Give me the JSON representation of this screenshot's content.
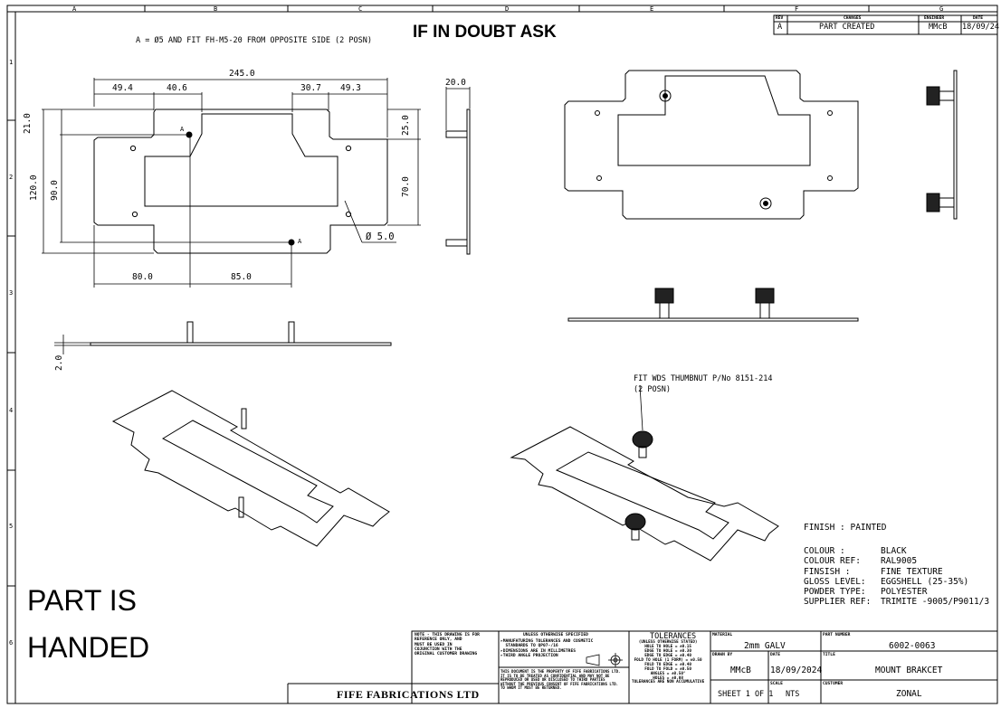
{
  "zones": {
    "columns": [
      "A",
      "B",
      "C",
      "D",
      "E",
      "F",
      "G"
    ],
    "rows": [
      "1",
      "2",
      "3",
      "4",
      "5",
      "6"
    ]
  },
  "header": {
    "warning": "IF IN DOUBT ASK"
  },
  "revision_table": {
    "headers": {
      "rev": "REV",
      "changes": "CHANGES",
      "engineer": "ENGINEER",
      "date": "DATE"
    },
    "rows": [
      {
        "rev": "A",
        "changes": "PART CREATED",
        "engineer": "MMcB",
        "date": "18/09/24"
      }
    ]
  },
  "notes": {
    "hole_note": "A = Ø5 AND FIT FH-M5-20 FROM OPPOSITE SIDE (2 POSN)",
    "thumbnut_note_1": "FIT WDS THUMBNUT P/No 8151-214",
    "thumbnut_note_2": "(2 POSN)",
    "handed_1": "PART IS",
    "handed_2": "HANDED"
  },
  "dimensions": {
    "overall_width": "245.0",
    "d49_4": "49.4",
    "d40_6": "40.6",
    "d30_7": "30.7",
    "d49_3": "49.3",
    "d21": "21.0",
    "d120": "120.0",
    "d90": "90.0",
    "d25": "25.0",
    "d70": "70.0",
    "hole_dia": "Ø 5.0",
    "d80": "80.0",
    "d85": "85.0",
    "side_depth": "20.0",
    "thickness": "2.0",
    "marker_a": "A"
  },
  "finish": {
    "title": "FINISH : PAINTED",
    "rows": [
      {
        "label": "COLOUR :",
        "value": "BLACK"
      },
      {
        "label": "COLOUR REF:",
        "value": "RAL9005"
      },
      {
        "label": "FINSISH :",
        "value": "FINE TEXTURE"
      },
      {
        "label": "GLOSS LEVEL:",
        "value": "EGGSHELL (25-35%)"
      },
      {
        "label": "POWDER TYPE:",
        "value": "POLYESTER"
      },
      {
        "label": "SUPPLIER REF:",
        "value": "TRIMITE -9005/P9011/3"
      }
    ]
  },
  "title_block": {
    "company": "FIFE FABRICATIONS LTD",
    "reference_note": "NOTE - THIS DRAWING IS FOR\nREFERENCE ONLY, AND\nMUST BE USED IN\nCOJUNCTION WITH THE\nORIGINAL CUSTOMER DRAWING",
    "unless_title": "UNLESS OTHERWISE SPECIFIED",
    "unless_body": "▸MANUFATURING TOLERANCES AND COSMETIC\n  STANDARDS TO QP07-/16\n▸DIMENSIONS ARE IN MILLIMETRES\n▸THIRD ANGLE PROJECTION",
    "confidential": "THIS DOCUMENT IS THE PROPERTY OF FIFE FABRICATIONS LTD.\nIT IS TO BE TREATED AS CONFIDENTIAL AND MAY NOT BE\nREPRODUCED OR USED OR DISCLOSED TO THIRD PARTIES\nWITHOUT THE PREVIOUS CONSENT OF FIFE FABRICATIONS LTD.\nTO WHOM IT MUST BE RETURNED.",
    "tolerances_title": "TOLERANCES",
    "tolerances_body": "(UNLESS OTHERWISE STATED)\nHOLE TO HOLE = ±0.15\nEDGE TO HOLE = ±0.30\nEDGE TO EDGE = ±0.40\nFOLD TO HOLE (1 FORM) = ±0.50\nFOLD TO EDGE = ±0.40\nFOLD TO FOLD = ±0.50\nANGLES = ±0.50°\nHOLES = ±0.08\nTOLERANCES ARE NON ACCUMULATIVE",
    "material_label": "MATERIAL",
    "material": "2mm GALV",
    "part_number_label": "PART NUMBER",
    "part_number": "6002-0063",
    "drawn_by_label": "DRAWN BY",
    "drawn_by": "MMcB",
    "date_label": "DATE",
    "date": "18/09/2024",
    "title_label": "TITLE",
    "title": "MOUNT BRAKCET",
    "sheet": "SHEET 1 OF 1",
    "scale_label": "SCALE",
    "scale": "NTS",
    "customer_label": "CUSTOMER",
    "customer": "ZONAL"
  }
}
